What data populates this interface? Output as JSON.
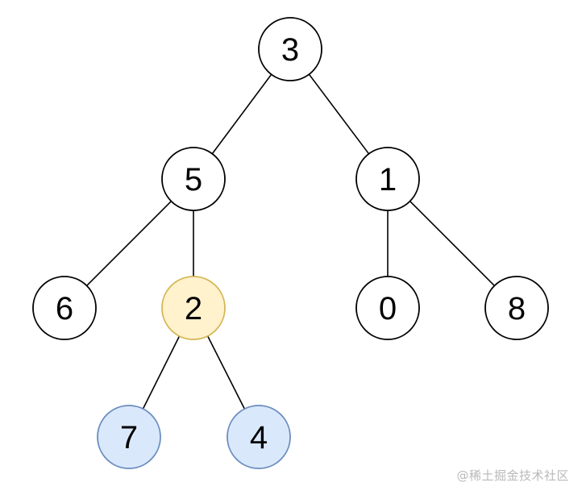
{
  "tree": {
    "nodes": [
      {
        "id": "n3",
        "label": "3",
        "style": "default"
      },
      {
        "id": "n5",
        "label": "5",
        "style": "default"
      },
      {
        "id": "n1",
        "label": "1",
        "style": "default"
      },
      {
        "id": "n6",
        "label": "6",
        "style": "default"
      },
      {
        "id": "n2",
        "label": "2",
        "style": "highlight"
      },
      {
        "id": "n0",
        "label": "0",
        "style": "default"
      },
      {
        "id": "n8",
        "label": "8",
        "style": "default"
      },
      {
        "id": "n7",
        "label": "7",
        "style": "descendant"
      },
      {
        "id": "n4",
        "label": "4",
        "style": "descendant"
      }
    ],
    "edges": [
      {
        "from": "n3",
        "to": "n5"
      },
      {
        "from": "n3",
        "to": "n1"
      },
      {
        "from": "n5",
        "to": "n6"
      },
      {
        "from": "n5",
        "to": "n2"
      },
      {
        "from": "n1",
        "to": "n0"
      },
      {
        "from": "n1",
        "to": "n8"
      },
      {
        "from": "n2",
        "to": "n7"
      },
      {
        "from": "n2",
        "to": "n4"
      }
    ]
  },
  "colors": {
    "default_fill": "#ffffff",
    "default_stroke": "#000000",
    "highlight_fill": "#fff2cc",
    "highlight_stroke": "#d6b656",
    "descendant_fill": "#dae8fc",
    "descendant_stroke": "#6c8ebf",
    "edge": "#000000",
    "watermark": "#b9b9b9"
  },
  "watermark": "@稀土掘金技术社区"
}
